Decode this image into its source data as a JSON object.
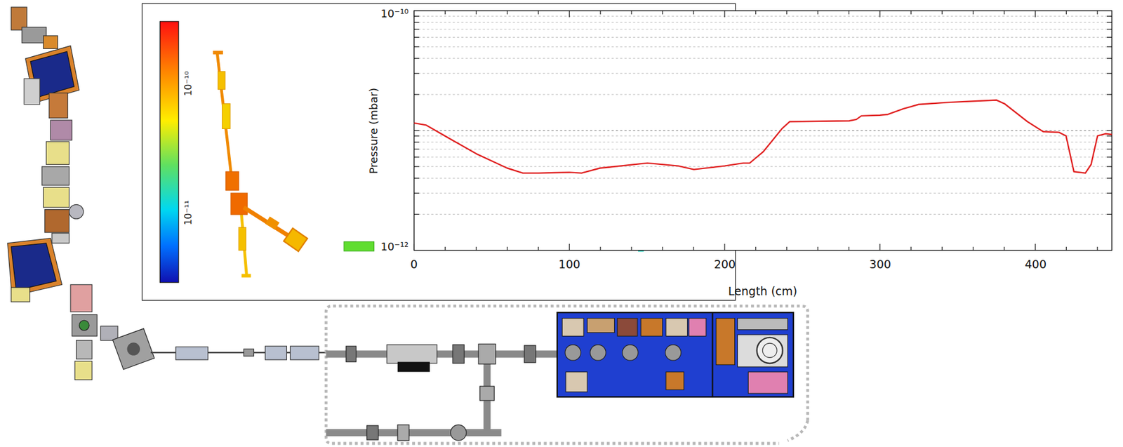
{
  "diagram": {
    "labels": [
      "10⁻¹⁰",
      "10⁻¹¹",
      "10⁻¹⁰",
      "10⁻¹²",
      "Pressure (mbar)",
      "0",
      "100",
      "200",
      "300",
      "400",
      "Length (cm)"
    ]
  }
}
